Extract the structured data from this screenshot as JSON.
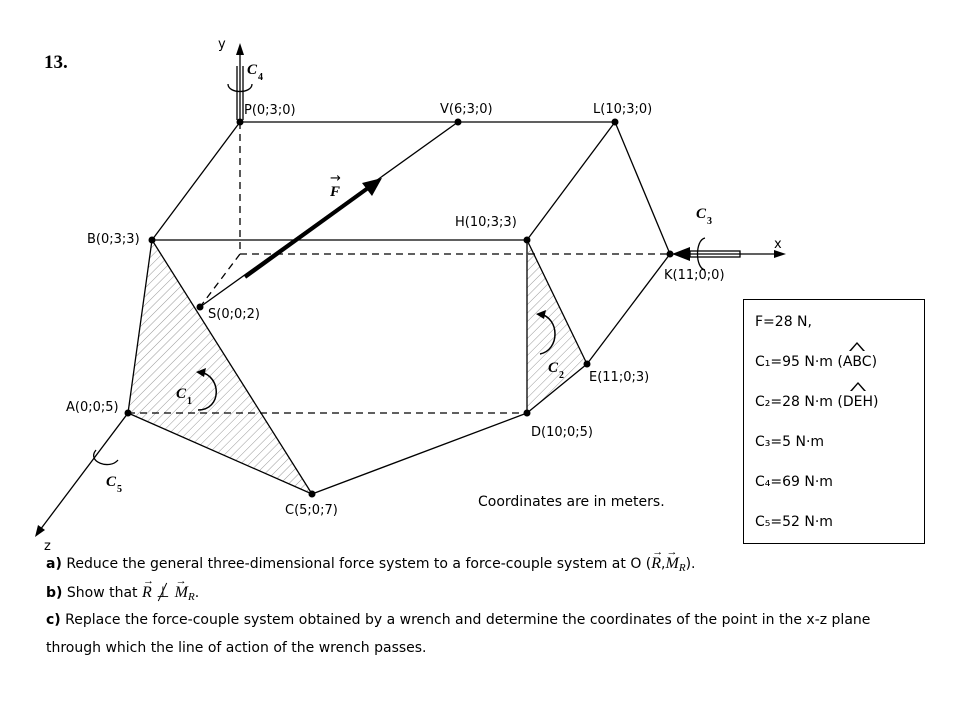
{
  "problem_number": "13.",
  "axes": {
    "x": "x",
    "y": "y",
    "z": "z"
  },
  "points": {
    "P": "P(0;3;0)",
    "V": "V(6;3;0)",
    "L": "L(10;3;0)",
    "B": "B(0;3;3)",
    "H": "H(10;3;3)",
    "K": "K(11;0;0)",
    "S": "S(0;0;2)",
    "E": "E(11;0;3)",
    "A": "A(0;0;5)",
    "D": "D(10;0;5)",
    "C": "C(5;0;7)"
  },
  "vectors": {
    "F": "F",
    "C1": {
      "sym": "C",
      "sub": "1"
    },
    "C2": {
      "sym": "C",
      "sub": "2"
    },
    "C3": {
      "sym": "C",
      "sub": "3"
    },
    "C4": {
      "sym": "C",
      "sub": "4"
    },
    "C5": {
      "sym": "C",
      "sub": "5"
    }
  },
  "given": {
    "F": "F=28 N,",
    "C1_prefix": "C₁=95 N·m (",
    "C1_tri": "ABC",
    "C1_suffix": ")",
    "C2_prefix": "C₂=28 N·m (",
    "C2_tri": "DEH",
    "C2_suffix": ")",
    "C3": "C₃=5 N·m",
    "C4": "C₄=69 N·m",
    "C5": "C₅=52 N·m"
  },
  "note": "Coordinates are in meters.",
  "questions": {
    "a": {
      "letter": "a)",
      "text": "Reduce the general three-dimensional force system to a force-couple system at O (",
      "R": "R",
      "comma": ",",
      "M": "M",
      "sub": "R",
      "end": ")."
    },
    "b": {
      "letter": "b)",
      "text": "Show that ",
      "R": "R",
      "M": "M",
      "sub": "R",
      "end": "."
    },
    "c": {
      "letter": "c)",
      "line1": "Replace the force-couple system obtained by a wrench and determine the coordinates of the point in the x-z plane",
      "line2": "through which the line of action of the wrench passes."
    }
  }
}
